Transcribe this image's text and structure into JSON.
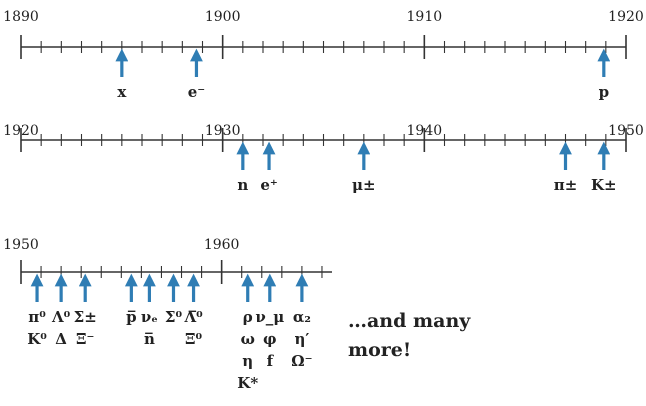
{
  "arrow_color": "#2f7db4",
  "axis_color": "#333333",
  "timelines": [
    {
      "start_year": 1890,
      "end_year": 1920,
      "labels": [
        {
          "year": 1890,
          "text": "1890"
        },
        {
          "year": 1900,
          "text": "1900"
        },
        {
          "year": 1910,
          "text": "1910"
        },
        {
          "year": 1920,
          "text": "1920"
        }
      ],
      "markers": [
        {
          "year": 1895,
          "lines": [
            "x"
          ]
        },
        {
          "year": 1898.7,
          "lines": [
            "e⁻"
          ]
        },
        {
          "year": 1918.9,
          "lines": [
            "p"
          ]
        }
      ]
    },
    {
      "start_year": 1920,
      "end_year": 1950,
      "labels": [
        {
          "year": 1920,
          "text": "1920"
        },
        {
          "year": 1930,
          "text": "1930"
        },
        {
          "year": 1940,
          "text": "1940"
        },
        {
          "year": 1950,
          "text": "1950"
        }
      ],
      "markers": [
        {
          "year": 1931,
          "lines": [
            "n"
          ]
        },
        {
          "year": 1932.3,
          "lines": [
            "e⁺"
          ]
        },
        {
          "year": 1937,
          "lines": [
            "μ±"
          ]
        },
        {
          "year": 1947,
          "lines": [
            "π±"
          ]
        },
        {
          "year": 1948.9,
          "lines": [
            "K±"
          ]
        }
      ]
    },
    {
      "start_year": 1950,
      "end_year": 1965.5,
      "labels": [
        {
          "year": 1950,
          "text": "1950"
        },
        {
          "year": 1960,
          "text": "1960"
        }
      ],
      "markers": [
        {
          "year": 1950.8,
          "lines": [
            "π⁰",
            "K⁰"
          ]
        },
        {
          "year": 1952,
          "lines": [
            "Λ⁰",
            "Δ"
          ]
        },
        {
          "year": 1953.2,
          "lines": [
            "Σ±",
            "Ξ⁻"
          ]
        },
        {
          "year": 1955.5,
          "lines": [
            "p̅"
          ]
        },
        {
          "year": 1956.4,
          "lines": [
            "νₑ",
            "n̅"
          ]
        },
        {
          "year": 1957.6,
          "lines": [
            "Σ⁰"
          ]
        },
        {
          "year": 1958.6,
          "lines": [
            "Λ̅⁰",
            "Ξ⁰"
          ]
        },
        {
          "year": 1961.3,
          "lines": [
            "ρ",
            "ω",
            "η",
            "K*"
          ]
        },
        {
          "year": 1962.4,
          "lines": [
            "ν_μ",
            "φ",
            "f"
          ]
        },
        {
          "year": 1964,
          "lines": [
            "α₂",
            "η′",
            "Ω⁻"
          ]
        }
      ]
    }
  ],
  "footer_text": [
    "…and many",
    "more!"
  ]
}
